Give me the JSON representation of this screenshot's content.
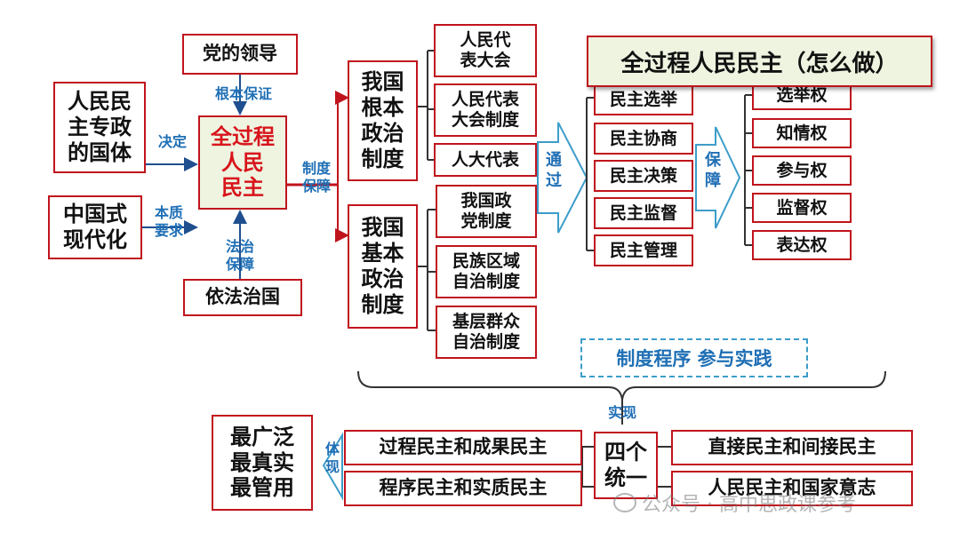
{
  "center": "全过程\n人民\n民主",
  "left": {
    "party": "党的领导",
    "dictatorship": "人民民\n主专政\n的国体",
    "modernization": "中国式\n现代化",
    "rule_of_law": "依法治国"
  },
  "labels": {
    "guarantee": "根本保证",
    "decide": "决定",
    "essence": "本质\n要求",
    "law_guarantee": "法治\n保障",
    "system_guarantee": "制度\n保障",
    "through": "通\n过",
    "ensure": "保\n障",
    "realize": "实现",
    "embody": "体\n现"
  },
  "systems": {
    "fundamental": "我国\n根本\n政治\n制度",
    "basic": "我国\n基本\n政治\n制度",
    "fundamental_items": [
      "人民代\n表大会",
      "人民代表\n大会制度",
      "人大代表"
    ],
    "basic_items": [
      "我国政\n党制度",
      "民族区域\n自治制度",
      "基层群众\n自治制度"
    ]
  },
  "title": "全过程人民民主（怎么做）",
  "practice": [
    "民主选举",
    "民主协商",
    "民主决策",
    "民主监督",
    "民主管理"
  ],
  "rights": [
    "选举权",
    "知情权",
    "参与权",
    "监督权",
    "表达权"
  ],
  "procedure": "制度程序 参与实践",
  "result": "最广泛\n最真实\n最管用",
  "unity": "四个\n统一",
  "unities_left": [
    "过程民主和成果民主",
    "程序民主和实质民主"
  ],
  "unities_right": [
    "直接民主和间接民主",
    "人民民主和国家意志"
  ],
  "watermark": "公众号 · 高中思政课参考",
  "colors": {
    "border": "#c0141c",
    "center_text": "#d8141c",
    "label": "#1f6fb5",
    "arrow": "#3c9dc9"
  }
}
